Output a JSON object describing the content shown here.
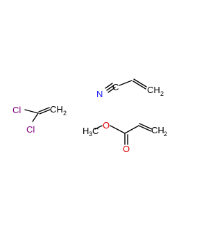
{
  "structures": [
    {
      "id": "acrylonitrile",
      "labels": {
        "nitrogen": "N",
        "carbon": "C",
        "terminal_ch": "CH",
        "terminal_sub": "2"
      }
    },
    {
      "id": "vinylidene-chloride",
      "labels": {
        "chlorine_top": "Cl",
        "chlorine_bottom": "Cl",
        "terminal_ch": "CH",
        "terminal_sub": "2"
      }
    },
    {
      "id": "methyl-acrylate",
      "labels": {
        "methyl_h": "H",
        "methyl_c": "C",
        "methyl_sub": "3",
        "oxygen_ether": "O",
        "oxygen_carbonyl": "O",
        "terminal_ch": "CH",
        "terminal_sub": "2"
      }
    }
  ],
  "colors": {
    "bond": "#000000",
    "text": "#000000",
    "nitrogen": "#1a1aff",
    "chlorine": "#800080",
    "oxygen": "#e00000",
    "background": "#ffffff"
  }
}
